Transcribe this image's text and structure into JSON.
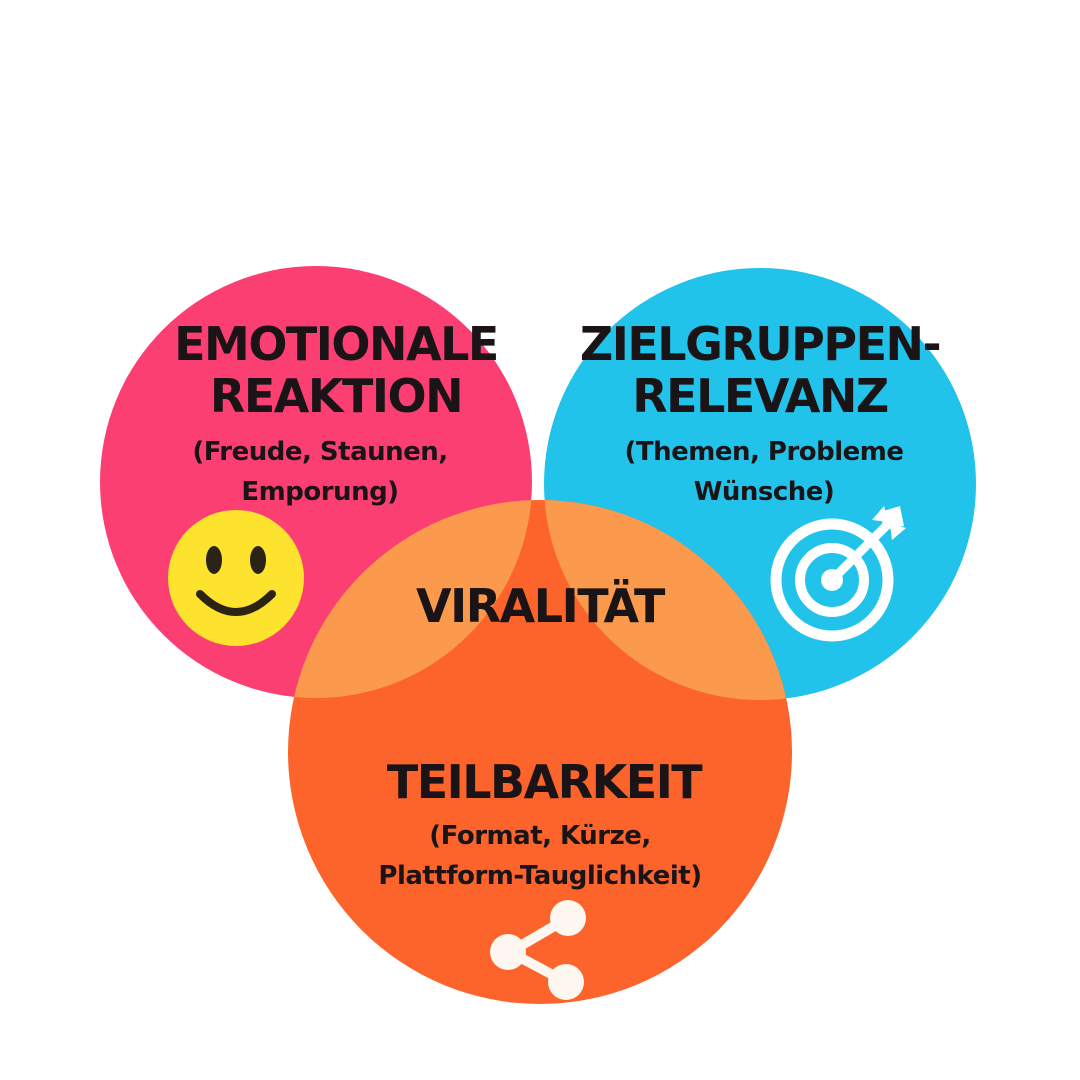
{
  "colors": {
    "emotion": "#fc3f73",
    "audience": "#22c3ea",
    "share": "#fc642c",
    "emotion_audience": "#3b4f9b",
    "emotion_share": "#fb9a4c",
    "audience_share": "#fb9a4c",
    "center": "#fdf7ef"
  },
  "circles": {
    "emotion": {
      "title_lines": [
        "EMOTIONALE",
        "REAKTION"
      ],
      "sub_lines": [
        "(Freude, Staunen,",
        "Emporung)"
      ],
      "icon": "smiley-icon"
    },
    "audience": {
      "title_lines": [
        "ZIELGRUPPEN-",
        "RELEVANZ"
      ],
      "sub_lines": [
        "(Themen, Probleme",
        "Wünsche)"
      ],
      "icon": "target-icon"
    },
    "share": {
      "title_lines": [
        "TEILBARKEIT"
      ],
      "sub_lines": [
        "(Format, Kürze,",
        "Plattform-Tauglichkeit)"
      ],
      "icon": "share-icon"
    }
  },
  "center_label": "VIRALITÄT"
}
